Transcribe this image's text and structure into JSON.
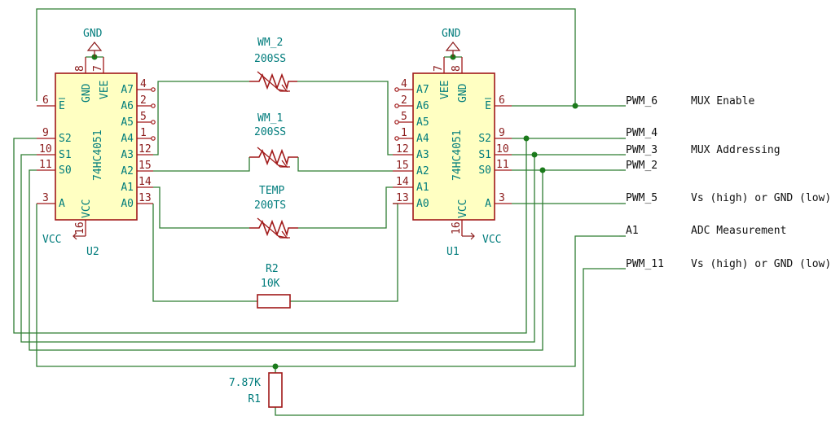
{
  "colors": {
    "wire": "#2e7d32",
    "junction": "#1b7a1b",
    "body": "#a01818",
    "body_fill": "#ffffc2",
    "ref_text": "#007c7c",
    "pin_text": "#8b1a1a",
    "net_text": "#111111"
  },
  "power": {
    "gnd": "GND",
    "vcc": "VCC"
  },
  "chips": {
    "u2": {
      "ref": "U2",
      "part": "74HC4051",
      "top_pins": [
        {
          "name": "GND",
          "num": "8"
        },
        {
          "name": "VEE",
          "num": "7"
        }
      ],
      "bottom_pin": {
        "name": "VCC",
        "num": "16"
      },
      "left_pins": [
        {
          "name": "E",
          "num": "6"
        },
        {
          "name": "S2",
          "num": "9"
        },
        {
          "name": "S1",
          "num": "10"
        },
        {
          "name": "S0",
          "num": "11"
        },
        {
          "name": "A",
          "num": "3"
        }
      ],
      "right_pins": [
        {
          "name": "A7",
          "num": "4"
        },
        {
          "name": "A6",
          "num": "2"
        },
        {
          "name": "A5",
          "num": "5"
        },
        {
          "name": "A4",
          "num": "1"
        },
        {
          "name": "A3",
          "num": "12"
        },
        {
          "name": "A2",
          "num": "15"
        },
        {
          "name": "A1",
          "num": "14"
        },
        {
          "name": "A0",
          "num": "13"
        }
      ]
    },
    "u1": {
      "ref": "U1",
      "part": "74HC4051",
      "top_pins": [
        {
          "name": "VEE",
          "num": "7"
        },
        {
          "name": "GND",
          "num": "8"
        }
      ],
      "bottom_pin": {
        "name": "VCC",
        "num": "16"
      },
      "left_pins": [
        {
          "name": "A7",
          "num": "4"
        },
        {
          "name": "A6",
          "num": "2"
        },
        {
          "name": "A5",
          "num": "5"
        },
        {
          "name": "A4",
          "num": "1"
        },
        {
          "name": "A3",
          "num": "12"
        },
        {
          "name": "A2",
          "num": "15"
        },
        {
          "name": "A1",
          "num": "14"
        },
        {
          "name": "A0",
          "num": "13"
        }
      ],
      "right_pins": [
        {
          "name": "E",
          "num": "6"
        },
        {
          "name": "S2",
          "num": "9"
        },
        {
          "name": "S1",
          "num": "10"
        },
        {
          "name": "S0",
          "num": "11"
        },
        {
          "name": "A",
          "num": "3"
        }
      ]
    }
  },
  "parts": {
    "wm2": {
      "name": "WM_2",
      "value": "200SS"
    },
    "wm1": {
      "name": "WM_1",
      "value": "200SS"
    },
    "temp": {
      "name": "TEMP",
      "value": "200TS"
    },
    "r2": {
      "name": "R2",
      "value": "10K"
    },
    "r1": {
      "name": "R1",
      "value": "7.87K"
    }
  },
  "nets": [
    {
      "name": "PWM_6",
      "desc": "MUX Enable"
    },
    {
      "name": "PWM_4",
      "desc": ""
    },
    {
      "name": "PWM_3",
      "desc": "MUX Addressing"
    },
    {
      "name": "PWM_2",
      "desc": ""
    },
    {
      "name": "PWM_5",
      "desc": "Vs (high) or GND (low)"
    },
    {
      "name": "A1",
      "desc": "ADC Measurement"
    },
    {
      "name": "PWM_11",
      "desc": "Vs (high) or GND (low)"
    }
  ]
}
